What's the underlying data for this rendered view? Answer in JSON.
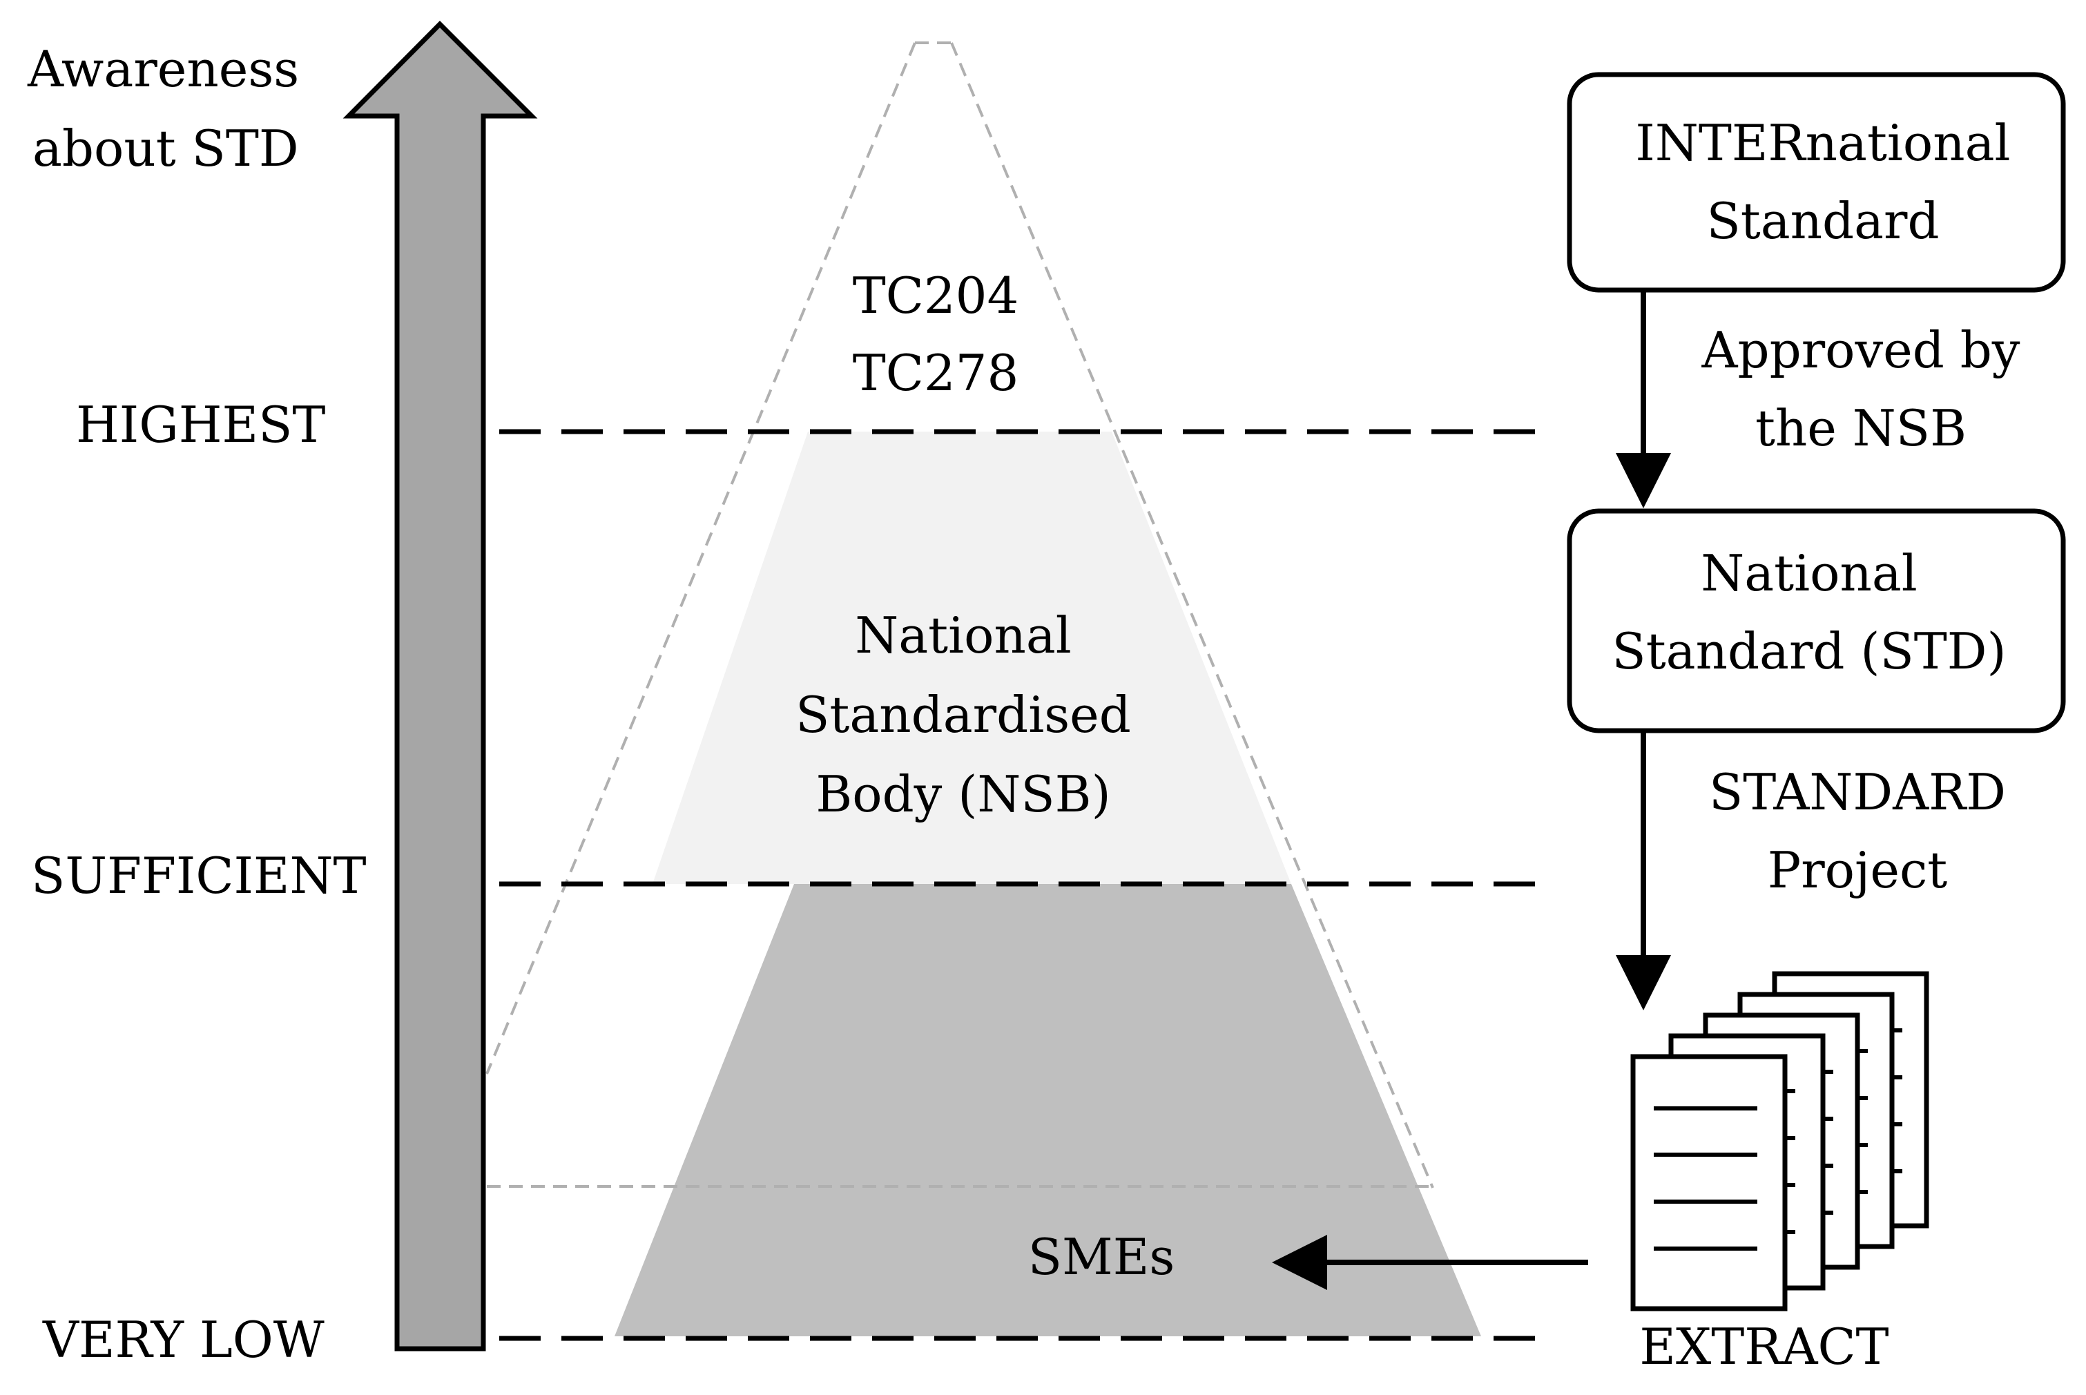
{
  "axis": {
    "title_line1": "Awareness",
    "title_line2": "about STD",
    "levels": {
      "highest": "HIGHEST",
      "sufficient": "SUFFICIENT",
      "very_low": "VERY LOW"
    }
  },
  "pyramid": {
    "top_line1": "TC204",
    "top_line2": "TC278",
    "middle_line1": "National",
    "middle_line2": "Standardised",
    "middle_line3": "Body (NSB)",
    "bottom": "SMEs"
  },
  "flow": {
    "international_line1": "INTERnational",
    "international_line2": "Standard",
    "approved_line1": "Approved by",
    "approved_line2": "the NSB",
    "national_line1": "National",
    "national_line2": "Standard (STD)",
    "project_line1": "STANDARD",
    "project_line2": "Project",
    "extract": "EXTRACT"
  },
  "colors": {
    "axis_arrow": "#a6a6a6",
    "middle_band": "#f2f2f2",
    "bottom_band": "#bfbfbf",
    "dashed_outline": "#b0b0b0",
    "stroke": "#000000"
  }
}
